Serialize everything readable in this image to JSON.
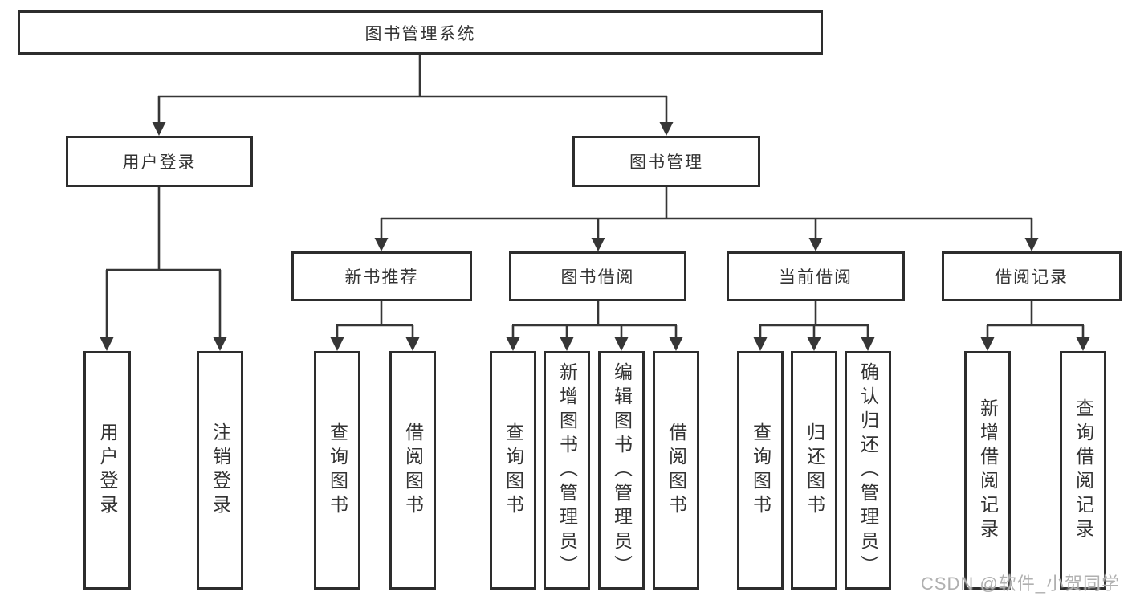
{
  "colors": {
    "background": "#ffffff",
    "box_border": "#2d2d2d",
    "connector_line": "#363636",
    "text": "#333333",
    "watermark": "#b0b0b0"
  },
  "watermark": "CSDN @软件_小贺同学",
  "tree": {
    "root": {
      "label": "图书管理系统"
    },
    "level1": [
      {
        "label": "用户登录"
      },
      {
        "label": "图书管理"
      }
    ],
    "level2": [
      {
        "label": "新书推荐"
      },
      {
        "label": "图书借阅"
      },
      {
        "label": "当前借阅"
      },
      {
        "label": "借阅记录"
      }
    ],
    "leaves": {
      "user_login": [
        {
          "label": "用户登录"
        },
        {
          "label": "注销登录"
        }
      ],
      "new_book_recommend": [
        {
          "label": "查询图书"
        },
        {
          "label": "借阅图书"
        }
      ],
      "book_borrow": [
        {
          "label": "查询图书"
        },
        {
          "label": "新增图书（管理员）"
        },
        {
          "label": "编辑图书（管理员）"
        },
        {
          "label": "借阅图书"
        }
      ],
      "current_borrow": [
        {
          "label": "查询图书"
        },
        {
          "label": "归还图书"
        },
        {
          "label": "确认归还（管理员）"
        }
      ],
      "borrow_record": [
        {
          "label": "新增借阅记录"
        },
        {
          "label": "查询借阅记录"
        }
      ]
    }
  }
}
